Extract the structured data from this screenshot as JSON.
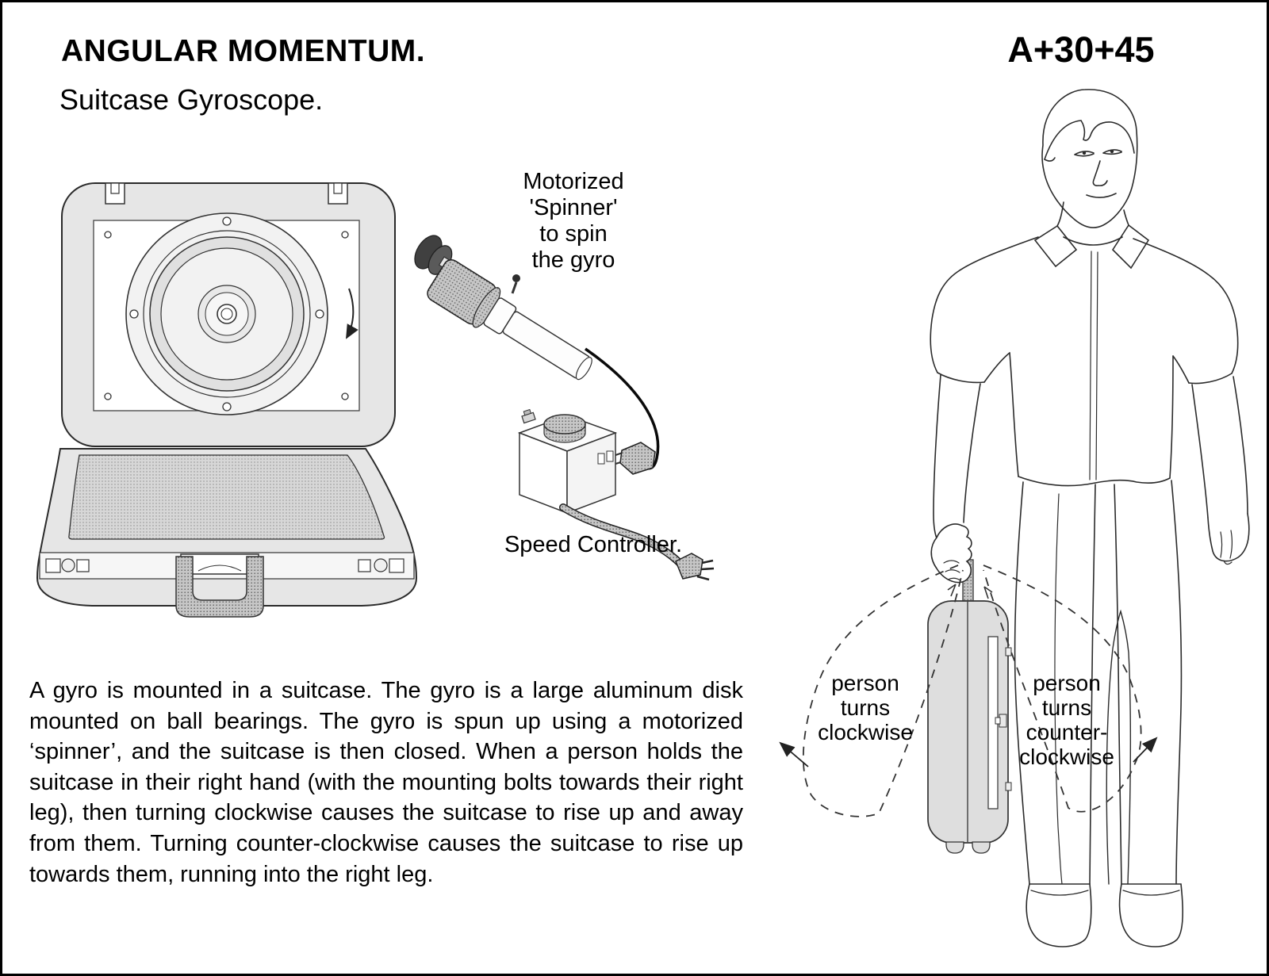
{
  "header": {
    "title": "ANGULAR MOMENTUM.",
    "subtitle": "Suitcase Gyroscope.",
    "catalog_number": "A+30+45"
  },
  "apparatus_labels": {
    "spinner": "Motorized\n'Spinner'\nto spin\nthe gyro",
    "speed_controller": "Speed Controller."
  },
  "figure_labels": {
    "turn_clockwise": "person\nturns\nclockwise",
    "turn_counterclockwise": "person\nturns\ncounter-\nclockwise"
  },
  "description": "A gyro is mounted in a suitcase. The gyro is a large aluminum disk mounted on ball bearings. The gyro is spun up using a motorized ‘spinner’, and the suitcase is then closed. When a person holds the suitcase in their right hand (with the mounting bolts towards their right leg), then turning clockwise causes the suitcase to rise up and away from them. Turning counter-clockwise causes the suitcase to rise up towards them, running into the right leg.",
  "colors": {
    "ink": "#1a1a1a",
    "case_gray": "#e6e6e6",
    "hanging_case_gray": "#dedede",
    "stipple_gray": "#c6c6c6"
  }
}
